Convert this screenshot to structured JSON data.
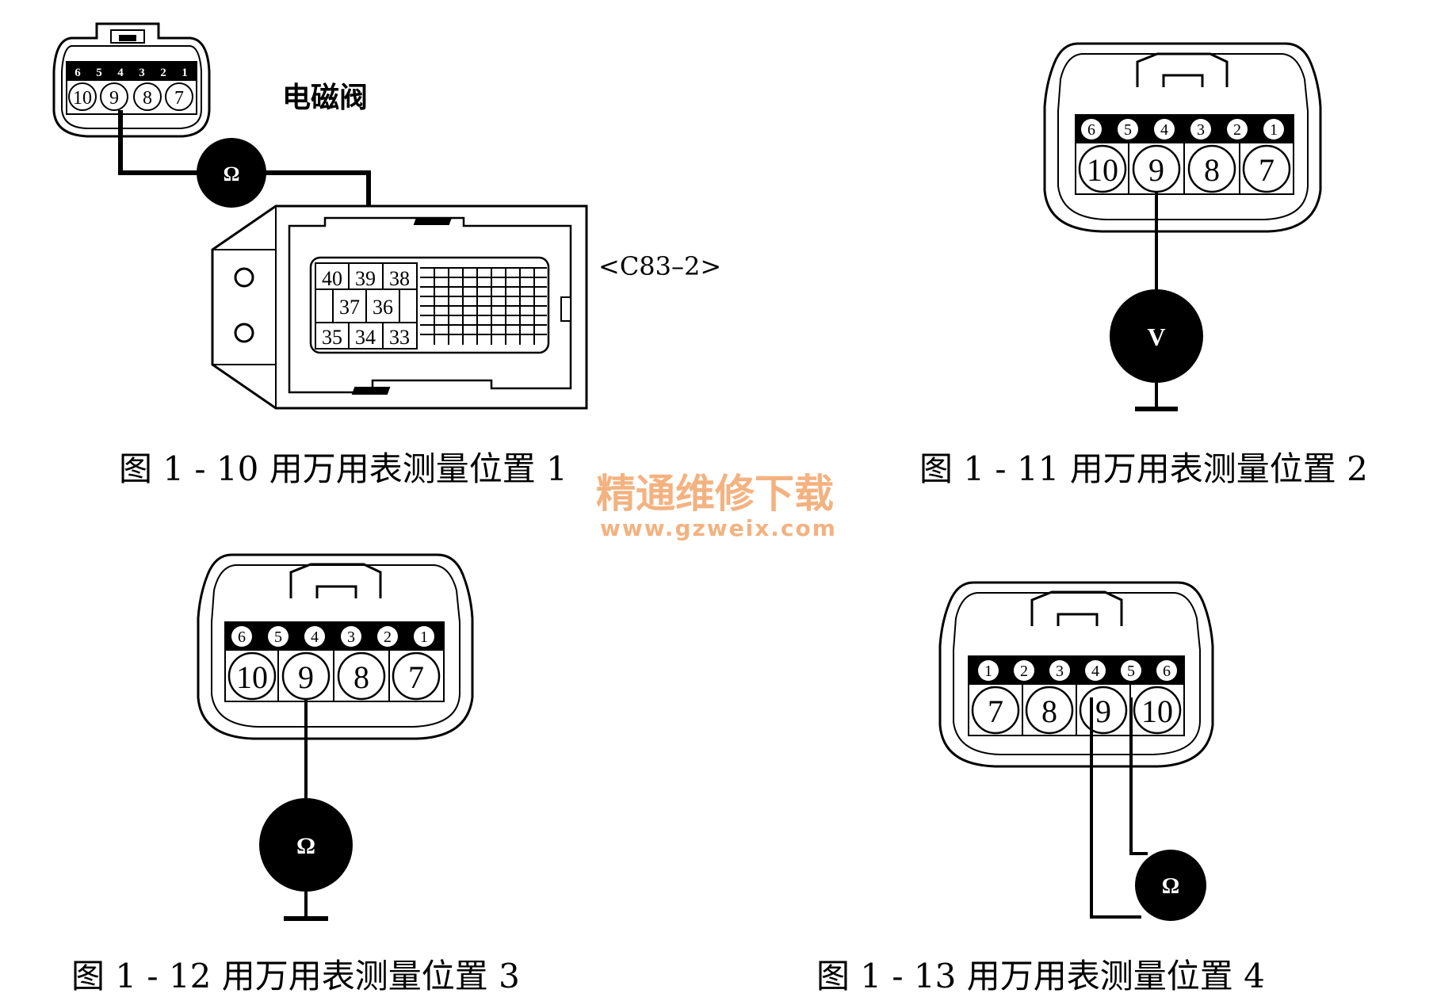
{
  "fig1": {
    "valve_label": "电磁阀",
    "connector_label": "<C83–2>",
    "meter": "Ω",
    "caption": "图 1 - 10    用万用表测量位置 1",
    "top_pins": [
      "6",
      "5",
      "4",
      "3",
      "2",
      "1"
    ],
    "bottom_pins": [
      "10",
      "9",
      "8",
      "7"
    ],
    "ecu_row1": [
      "40",
      "39",
      "38"
    ],
    "ecu_row2": [
      "37",
      "36"
    ],
    "ecu_row3": [
      "35",
      "34",
      "33"
    ]
  },
  "fig2": {
    "meter": "V",
    "caption": "图 1 - 11    用万用表测量位置 2",
    "top_pins": [
      "6",
      "5",
      "4",
      "3",
      "2",
      "1"
    ],
    "bottom_pins": [
      "10",
      "9",
      "8",
      "7"
    ]
  },
  "fig3": {
    "meter": "Ω",
    "caption": "图 1 - 12    用万用表测量位置 3",
    "top_pins": [
      "6",
      "5",
      "4",
      "3",
      "2",
      "1"
    ],
    "bottom_pins": [
      "10",
      "9",
      "8",
      "7"
    ]
  },
  "fig4": {
    "meter": "Ω",
    "caption": "图 1 - 13    用万用表测量位置 4",
    "top_pins": [
      "1",
      "2",
      "3",
      "4",
      "5",
      "6"
    ],
    "bottom_pins": [
      "7",
      "8",
      "9",
      "10"
    ]
  },
  "watermark": {
    "title": "精通维修下载",
    "url": "www.gzweix.com"
  }
}
